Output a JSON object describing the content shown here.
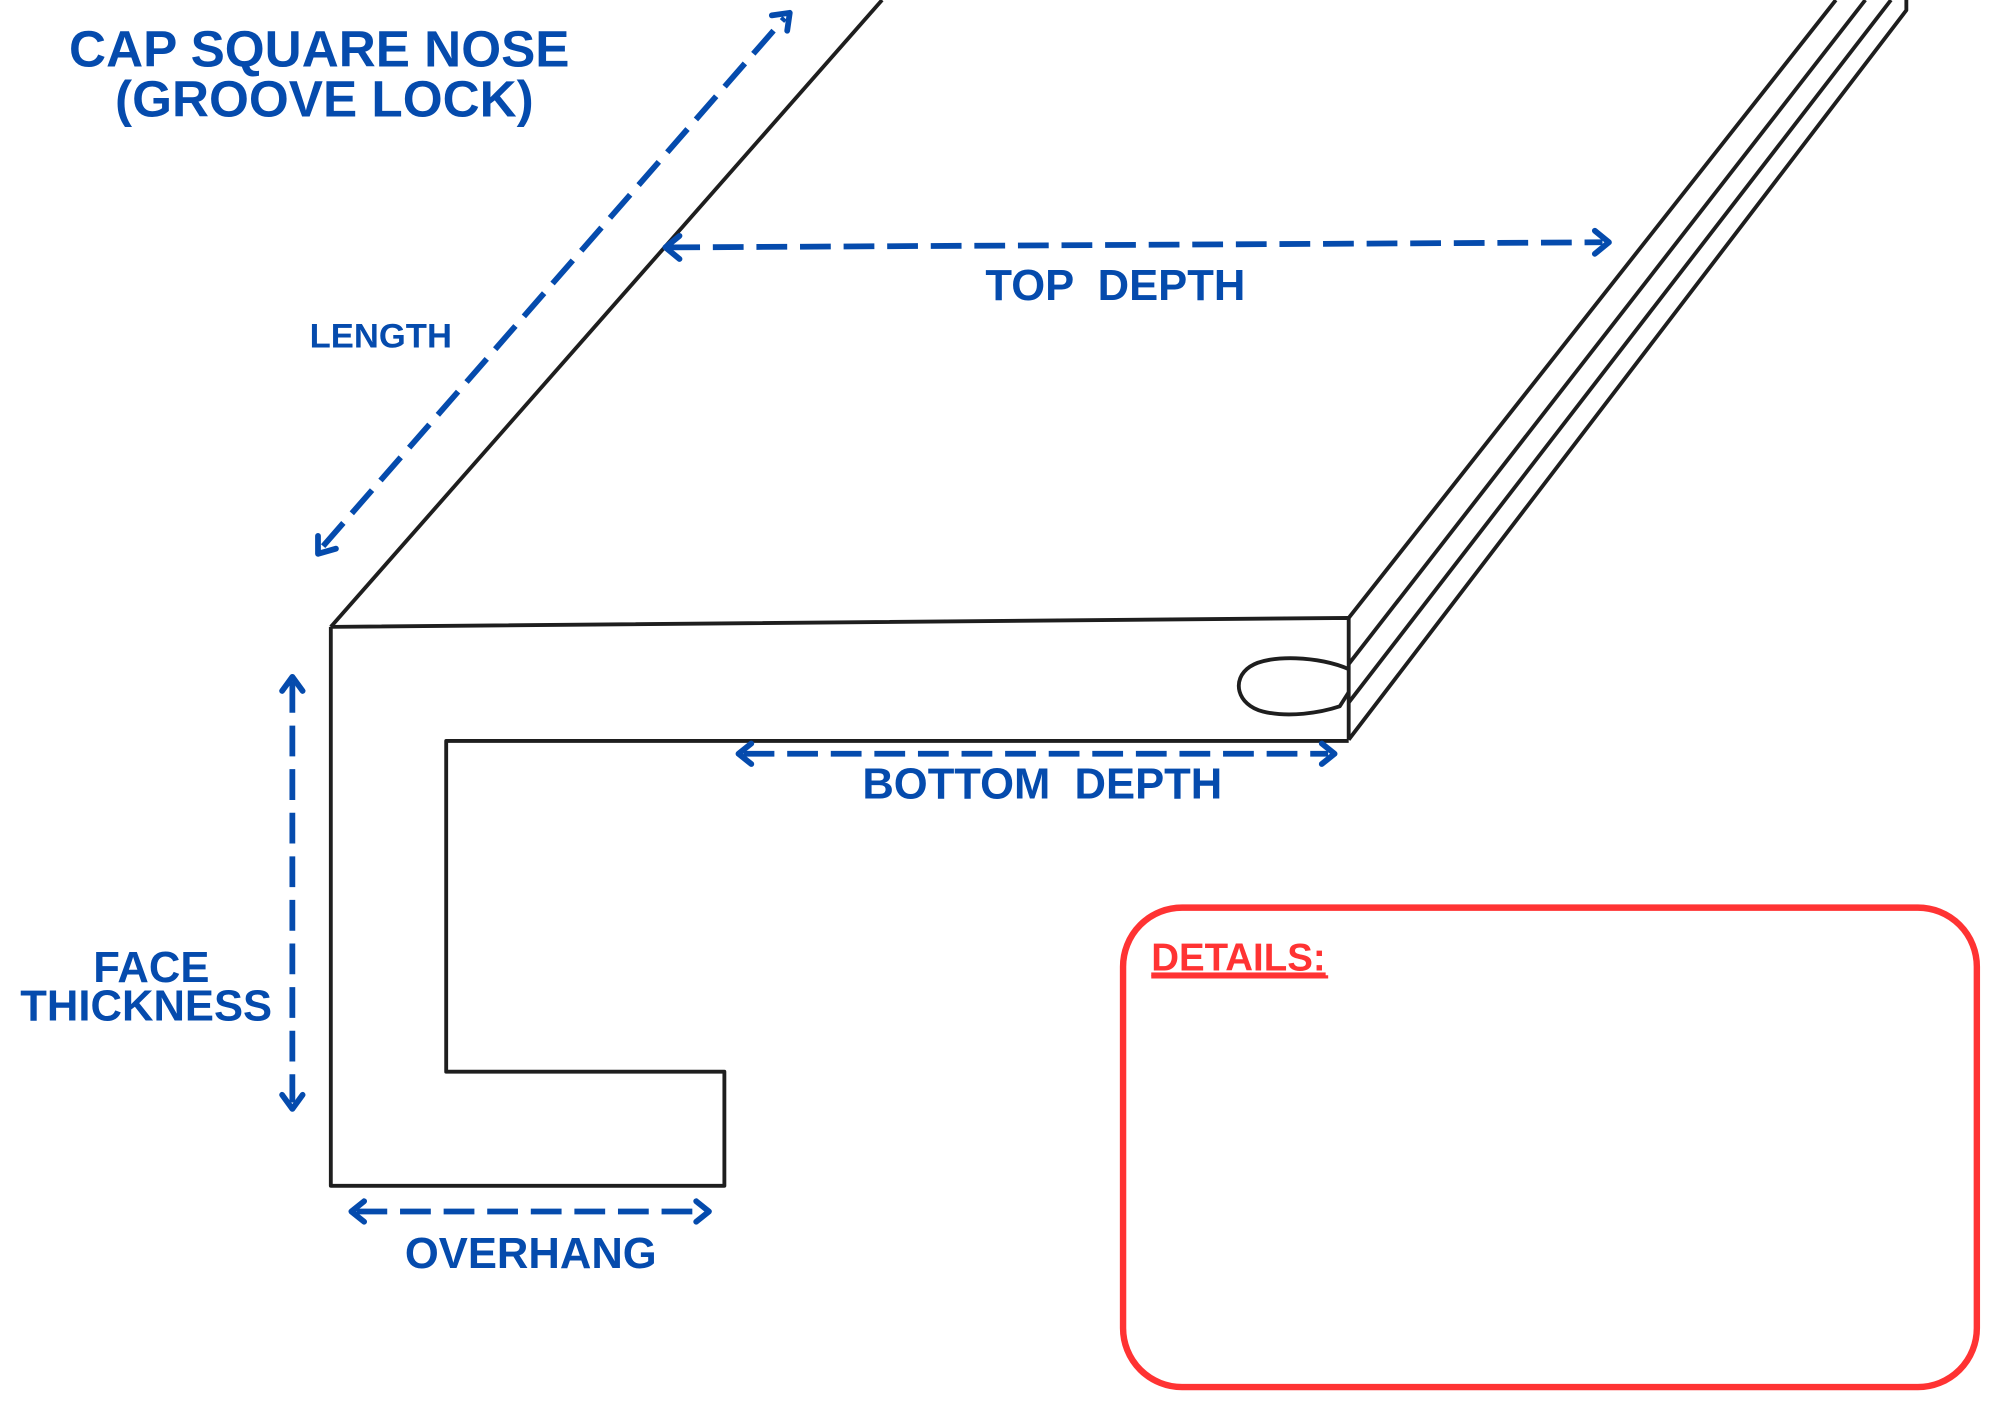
{
  "title": {
    "line1": "CAP SQUARE NOSE",
    "line2": "(GROOVE LOCK)"
  },
  "dimensions": {
    "length": "LENGTH",
    "top_depth": "TOP  DEPTH",
    "bottom_depth": "BOTTOM  DEPTH",
    "face_line1": "FACE",
    "face_line2": "THICKNESS",
    "overhang": "OVERHANG"
  },
  "details": {
    "label": "DETAILS:"
  },
  "colors": {
    "dimension": "#054bad",
    "details": "#ff3333",
    "outline": "#1e1e1e"
  }
}
